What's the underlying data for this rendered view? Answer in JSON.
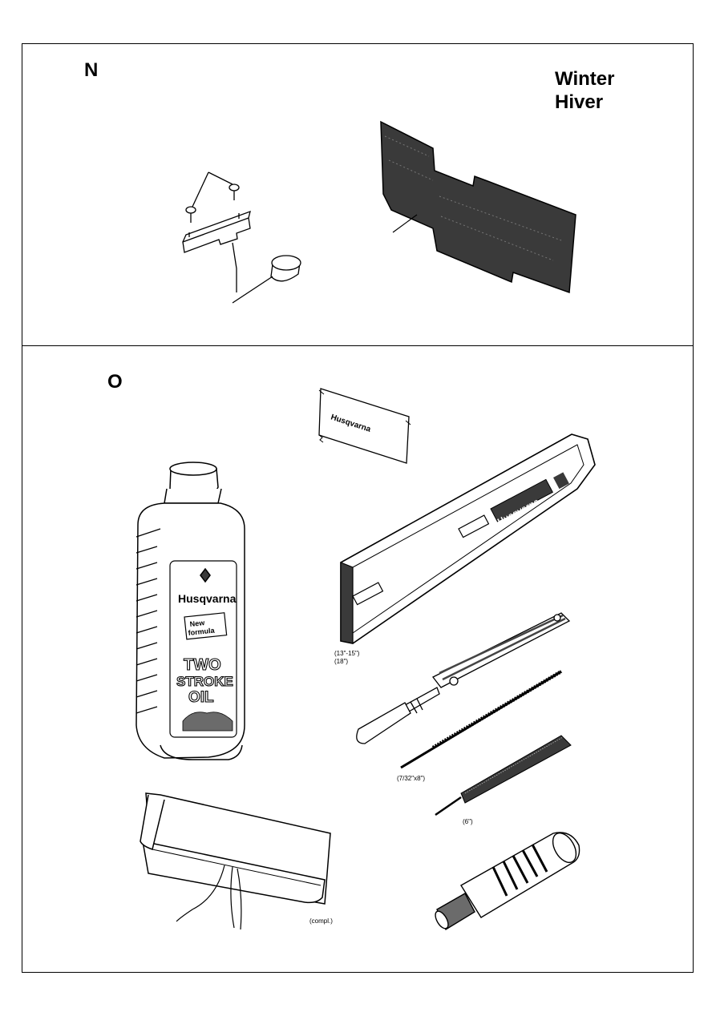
{
  "section_n": {
    "label": "N",
    "title_en": "Winter",
    "title_fr": "Hiver"
  },
  "section_o": {
    "label": "O",
    "bottle": {
      "brand": "Husqvarna",
      "badge_line1": "New",
      "badge_line2": "formula",
      "product_line1": "TWO",
      "product_line2": "STROKE",
      "product_line3": "OIL"
    },
    "packet_brand": "Husqvarna",
    "guard_brand": "Husqvarna",
    "guard_sizes": [
      "(13\"-15\")",
      "(18\")"
    ],
    "file_size": "(7/32\"x8\")",
    "flat_file_size": "(6\")",
    "pouch_note": "(compl.)"
  },
  "colors": {
    "ink": "#000000",
    "paper": "#ffffff",
    "dark_fill": "#3a3a3a",
    "mid_fill": "#6b6b6b"
  }
}
